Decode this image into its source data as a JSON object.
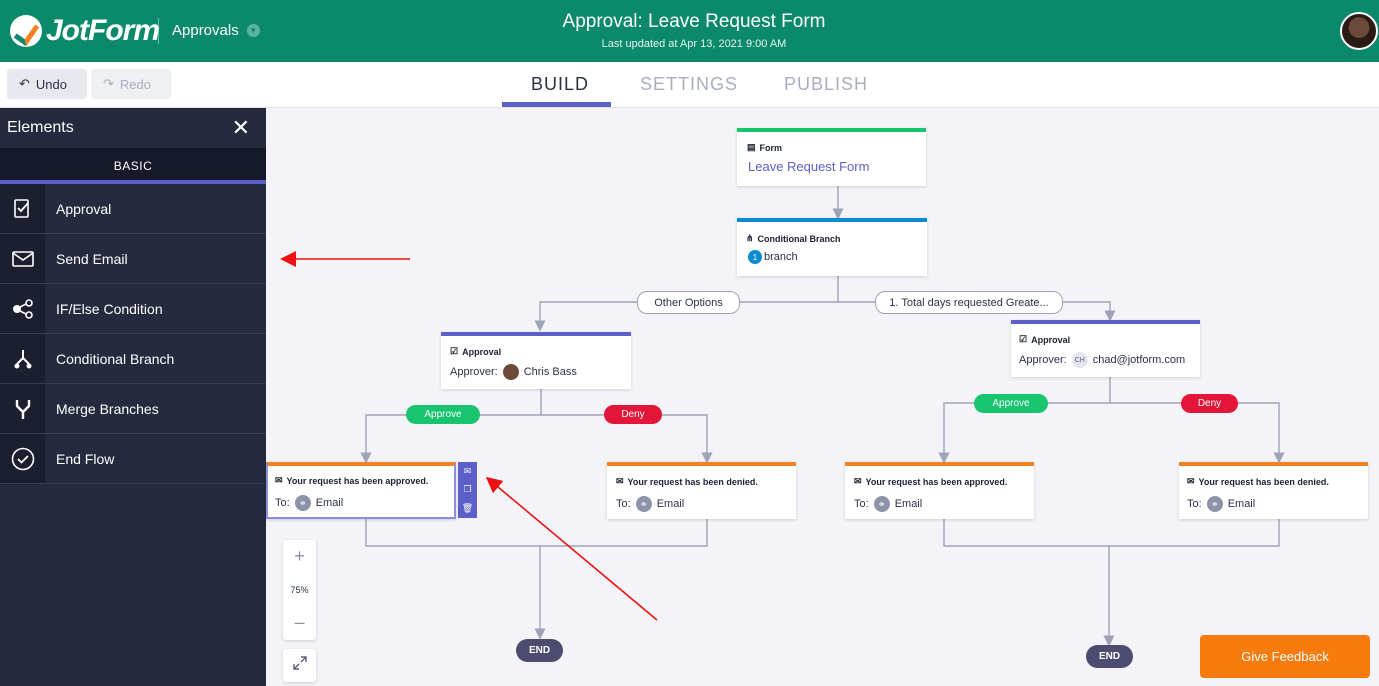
{
  "header": {
    "logo_text": "JotForm",
    "app_switcher": "Approvals",
    "title": "Approval: Leave Request Form",
    "subtitle": "Last updated at Apr 13, 2021 9:00 AM"
  },
  "toolbar": {
    "undo_label": "Undo",
    "redo_label": "Redo",
    "tabs": [
      "BUILD",
      "SETTINGS",
      "PUBLISH"
    ],
    "active_tab": "BUILD"
  },
  "sidebar": {
    "title": "Elements",
    "tab": "BASIC",
    "items": [
      {
        "label": "Approval",
        "icon": "approval-icon"
      },
      {
        "label": "Send Email",
        "icon": "email-icon"
      },
      {
        "label": "IF/Else Condition",
        "icon": "condition-icon"
      },
      {
        "label": "Conditional Branch",
        "icon": "branch-icon"
      },
      {
        "label": "Merge Branches",
        "icon": "merge-icon"
      },
      {
        "label": "End Flow",
        "icon": "check-circle-icon"
      }
    ]
  },
  "flow": {
    "form_node": {
      "type": "Form",
      "name": "Leave Request Form"
    },
    "branch_node": {
      "type": "Conditional Branch",
      "count": "1",
      "label": "branch"
    },
    "branch_options": [
      "Other Options",
      "1. Total days requested Greate..."
    ],
    "approval_left": {
      "type": "Approval",
      "approver_label": "Approver:",
      "approver": "Chris Bass"
    },
    "approval_right": {
      "type": "Approval",
      "approver_label": "Approver:",
      "approver_initials": "CH",
      "approver": "chad@jotform.com"
    },
    "approve_label": "Approve",
    "deny_label": "Deny",
    "emails": [
      {
        "title": "Your request has been approved.",
        "to_label": "To:",
        "to": "Email"
      },
      {
        "title": "Your request has been denied.",
        "to_label": "To:",
        "to": "Email"
      },
      {
        "title": "Your request has been approved.",
        "to_label": "To:",
        "to": "Email"
      },
      {
        "title": "Your request has been denied.",
        "to_label": "To:",
        "to": "Email"
      }
    ],
    "end_label": "END"
  },
  "zoom": {
    "plus": "+",
    "level": "75%",
    "minus": "–"
  },
  "feedback_label": "Give Feedback",
  "colors": {
    "brand": "#0a8a6a",
    "accent": "#5b5fc7",
    "sidebar": "#252a3e",
    "approve": "#18c46e",
    "deny": "#e3163a",
    "feedback": "#f97b0e"
  }
}
